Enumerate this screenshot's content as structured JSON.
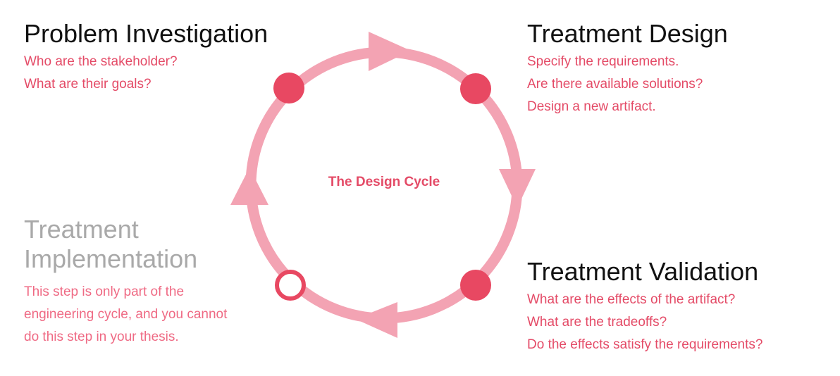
{
  "center_label": "The Design Cycle",
  "stages": {
    "problem": {
      "heading": "Problem Investigation",
      "lines": [
        "Who are the stakeholder?",
        "What are their goals?"
      ]
    },
    "design": {
      "heading": "Treatment Design",
      "lines": [
        "Specify the requirements.",
        "Are there available solutions?",
        "Design a new artifact."
      ]
    },
    "validation": {
      "heading": "Treatment Validation",
      "lines": [
        "What are the effects of the artifact?",
        "What are the tradeoffs?",
        "Do the effects satisfy the requirements?"
      ]
    },
    "implementation": {
      "heading": "Treatment Implementation",
      "lines": [
        "This step is only part of the",
        "engineering cycle, and you cannot",
        "do this step in your thesis."
      ]
    }
  },
  "colors": {
    "ring": "#f3a3b3",
    "node": "#e84862",
    "heading": "#111111",
    "muted_heading": "#a9a9a9",
    "accent_text": "#e44b67"
  }
}
